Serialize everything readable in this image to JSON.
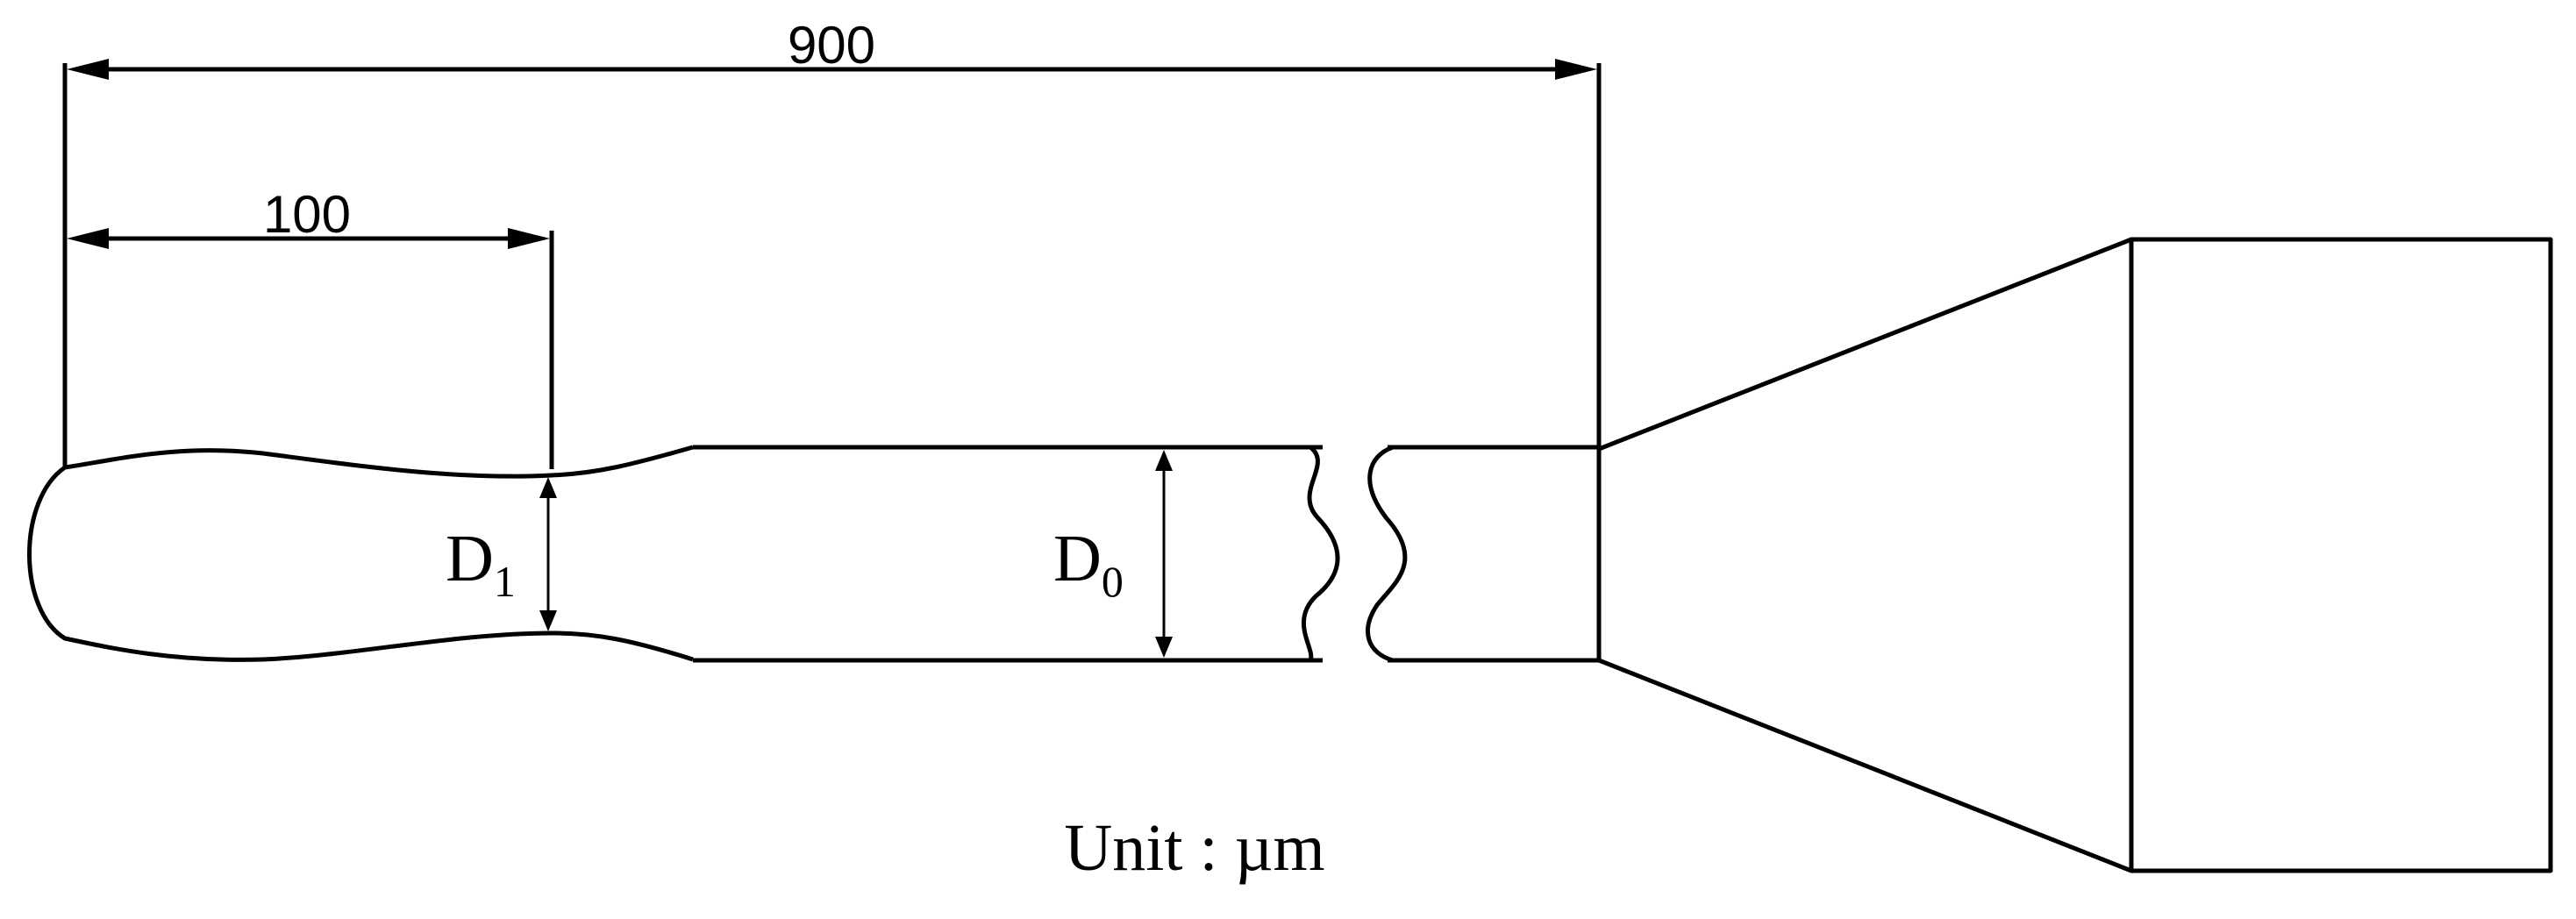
{
  "dimensions": {
    "total_length": "900",
    "tip_length": "100"
  },
  "labels": {
    "d1_main": "D",
    "d1_sub": "1",
    "d0_main": "D",
    "d0_sub": "0"
  },
  "unit_text": "Unit : µm"
}
